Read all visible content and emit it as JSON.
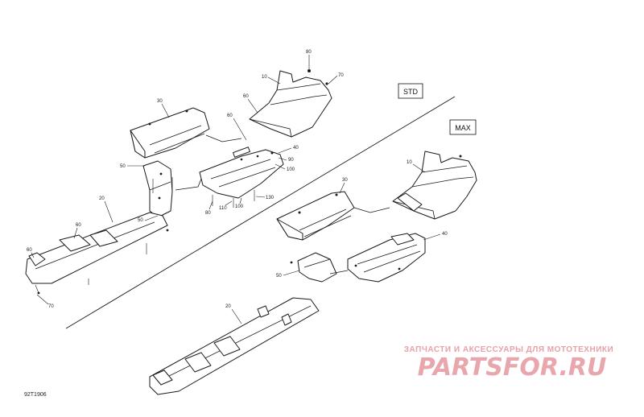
{
  "labels": {
    "std": "STD",
    "max": "MAX",
    "figure_code": "92T1906"
  },
  "watermark": {
    "tagline": "ЗАПЧАСТИ И АКСЕССУАРЫ ДЛЯ МОТОТЕХНИКИ",
    "logo": "PARTSFOR.RU"
  },
  "callouts": {
    "std_10": "10",
    "std_80a": "80",
    "std_70a": "70",
    "std_30": "30",
    "std_60a": "60",
    "std_60b": "60",
    "std_40": "40",
    "std_90": "90",
    "std_100a": "100",
    "std_50a": "50",
    "std_50b": "50",
    "std_20": "20",
    "std_60c": "60",
    "std_60d": "60",
    "std_80b": "80",
    "std_110": "110",
    "std_100b": "100",
    "std_130": "130",
    "std_70b": "70",
    "max_10": "10",
    "max_30": "30",
    "max_40": "40",
    "max_50": "50",
    "max_20": "20"
  },
  "colors": {
    "line": "#1a1a1a",
    "watermark": "#e8a6ad"
  }
}
